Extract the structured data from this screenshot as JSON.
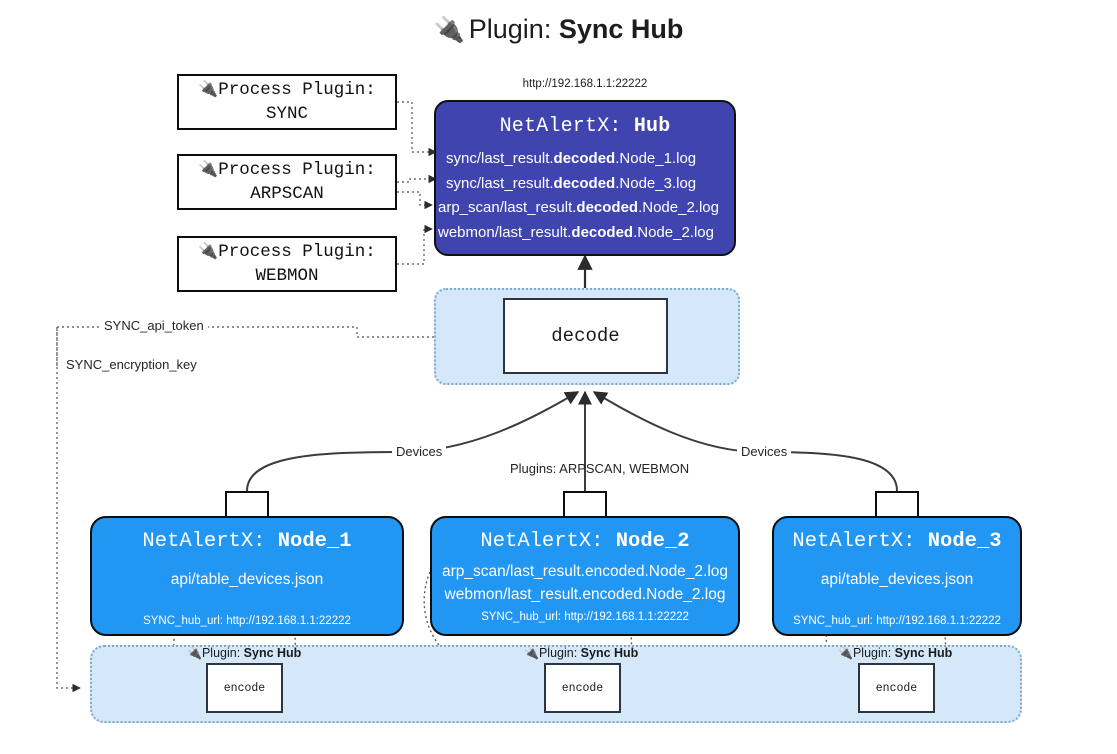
{
  "title": {
    "icon": "plug-icon",
    "prefix": "Plugin: ",
    "name": "Sync Hub"
  },
  "process_plugins": [
    {
      "icon": "plug-icon",
      "line1": "Process Plugin:",
      "line2": "SYNC"
    },
    {
      "icon": "plug-icon",
      "line1": "Process Plugin:",
      "line2": "ARPSCAN"
    },
    {
      "icon": "plug-icon",
      "line1": "Process Plugin:",
      "line2": "WEBMON"
    }
  ],
  "hub": {
    "url": "http://192.168.1.1:22222",
    "title_prefix": "NetAlertX: ",
    "title_name": "Hub",
    "logs": [
      {
        "pre": "sync/last_result.",
        "em": "decoded",
        "post": ".Node_1.log"
      },
      {
        "pre": "sync/last_result.",
        "em": "decoded",
        "post": ".Node_3.log"
      },
      {
        "pre": "arp_scan/last_result.",
        "em": "decoded",
        "post": ".Node_2.log"
      },
      {
        "pre": "webmon/last_result.",
        "em": "decoded",
        "post": ".Node_2.log"
      }
    ]
  },
  "decode": {
    "label": "decode"
  },
  "config_edges": [
    {
      "label": "SYNC_api_token"
    },
    {
      "label": "SYNC_encryption_key"
    }
  ],
  "flow_labels": {
    "devices_left": "Devices",
    "plugins_center": "Plugins: ARPSCAN, WEBMON",
    "devices_right": "Devices"
  },
  "nodes": [
    {
      "icon": "envelope-icon",
      "title_prefix": "NetAlertX: ",
      "title_name": "Node_1",
      "lines": [
        "api/table_devices.json"
      ],
      "url_label": "SYNC_hub_url: http://192.168.1.1:22222"
    },
    {
      "icon": "envelope-icon",
      "title_prefix": "NetAlertX: ",
      "title_name": "Node_2",
      "lines": [
        "arp_scan/last_result.encoded.Node_2.log",
        "webmon/last_result.encoded.Node_2.log"
      ],
      "url_label": "SYNC_hub_url: http://192.168.1.1:22222"
    },
    {
      "icon": "envelope-icon",
      "title_prefix": "NetAlertX: ",
      "title_name": "Node_3",
      "lines": [
        "api/table_devices.json"
      ],
      "url_label": "SYNC_hub_url: http://192.168.1.1:22222"
    }
  ],
  "encoders": [
    {
      "icon": "plug-icon",
      "plugin_prefix": "Plugin: ",
      "plugin_name": "Sync Hub",
      "box_label": "encode"
    },
    {
      "icon": "plug-icon",
      "plugin_prefix": "Plugin: ",
      "plugin_name": "Sync Hub",
      "box_label": "encode"
    },
    {
      "icon": "plug-icon",
      "plugin_prefix": "Plugin: ",
      "plugin_name": "Sync Hub",
      "box_label": "encode"
    }
  ],
  "colors": {
    "hub_fill": "#3f44af",
    "node_fill": "#2196f3",
    "group_fill": "#d5e8fa",
    "group_border": "#7fa8c9",
    "stroke": "#0d0d0d"
  }
}
